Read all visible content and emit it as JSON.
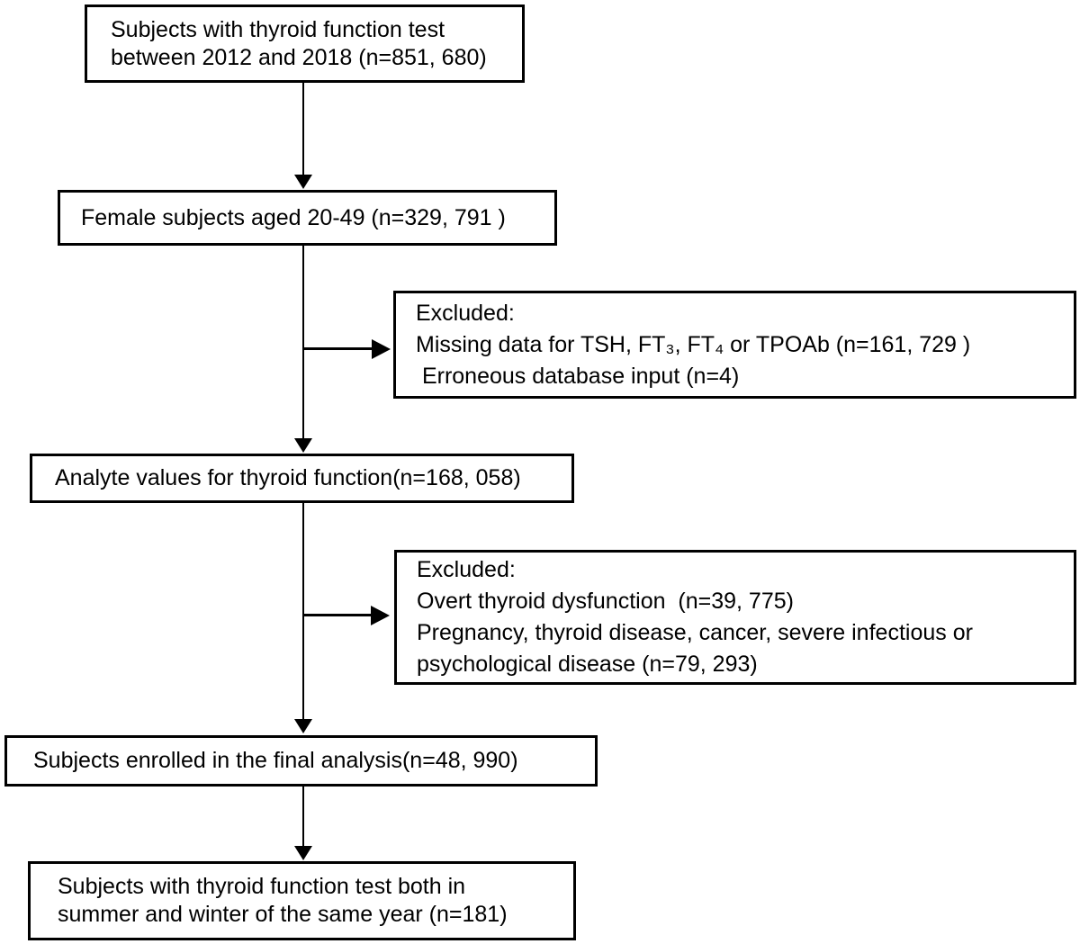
{
  "diagram": {
    "type": "flowchart",
    "colors": {
      "background": "#ffffff",
      "border": "#000000",
      "text": "#000000"
    },
    "boxes": {
      "initial": {
        "lines": [
          "Subjects with thyroid function test",
          "between 2012 and 2018 (n=851, 680)"
        ]
      },
      "female": {
        "lines": [
          "Female subjects aged 20-49 (n=329, 791 )"
        ]
      },
      "excluded1": {
        "lines": [
          "Excluded:",
          "Missing data for TSH, FT₃, FT₄ or TPOAb (n=161, 729 )",
          " Erroneous database input (n=4)"
        ]
      },
      "analyte": {
        "lines": [
          "Analyte values for thyroid function(n=168, 058)"
        ]
      },
      "excluded2": {
        "lines": [
          "Excluded:",
          "Overt thyroid dysfunction  (n=39, 775)",
          "Pregnancy, thyroid disease, cancer, severe infectious or",
          "psychological disease (n=79, 293)"
        ]
      },
      "enrolled": {
        "lines": [
          "Subjects enrolled in the final analysis(n=48, 990)"
        ]
      },
      "final": {
        "lines": [
          "Subjects with thyroid function test both in",
          "summer and winter of the same year (n=181)"
        ]
      }
    }
  }
}
